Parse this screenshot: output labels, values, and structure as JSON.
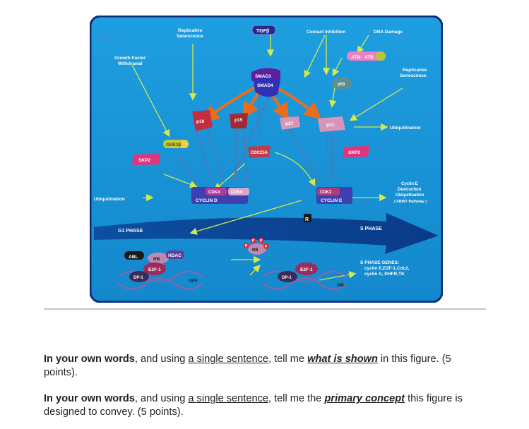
{
  "figure": {
    "logo": "BIOCARTA",
    "labels": {
      "tgfb": "TGFβ",
      "contact_inhibition": "Contact Inhibition",
      "dna_damage": "DNA Damage",
      "replicative_senescence_top_1": "Replicative",
      "replicative_senescence_top_2": "Senescence",
      "replicative_senescence_right_1": "Replicative",
      "replicative_senescence_right_2": "Senescence",
      "growth_factor_1": "Growth Factor",
      "growth_factor_2": "Withdrawal",
      "smad3": "SMAD3",
      "smad4": "SMAD4",
      "atm": "ATM",
      "atr": "ATR",
      "p53": "p53",
      "p16": "p16",
      "p15": "p15",
      "p27": "p27",
      "p21": "p21",
      "ubiquitination_right": "Ubiquitination",
      "gsk3": "GSK3β",
      "cdc25a": "CDC25A",
      "skp2_left": "SKP2",
      "skp2_right": "SKP2",
      "cdk4": "CDK4",
      "cdk6": "CDK6",
      "cyclin_d": "CYCLIN D",
      "cdk2": "CDK2",
      "cyclin_e": "CYCLIN E",
      "ubiquitination_left": "Ubiquitination",
      "cyclin_e_destruction_1": "Cyclin E",
      "cyclin_e_destruction_2": "Destruction",
      "cyclin_e_destruction_3": "Ubiquitination",
      "cyclin_e_destruction_4": "( FBW7 Pathway )",
      "r_point": "R",
      "g1_phase": "G1 PHASE",
      "s_phase": "S PHASE",
      "abl": "ABL",
      "rb_left": "RB",
      "hdac": "HDAC",
      "e2f1_left": "E2F-1",
      "dp1_left": "DP-1",
      "off": "OFF",
      "phospho": "P",
      "rb_mid": "RB",
      "e2f1_right": "E2F-1",
      "dp1_right": "DP-1",
      "on": "ON",
      "s_phase_genes_1": "S PHASE GENES:",
      "s_phase_genes_2": "cyclin E,E2F-1,Cdc2,",
      "s_phase_genes_3": "cyclin A, DHFR,TK"
    }
  },
  "questions": [
    {
      "lead": "In your own words",
      "text1": ", and using ",
      "single": "a single sentence",
      "text2": ", tell me ",
      "focus": "what is shown",
      "text3": " in this figure. (5 points)."
    },
    {
      "lead": "In your own words",
      "text1": ", and using ",
      "single": "a single sentence",
      "text2": ", tell me the ",
      "focus": "primary concept",
      "text3": " this figure is designed to convey. (5 points)."
    }
  ]
}
